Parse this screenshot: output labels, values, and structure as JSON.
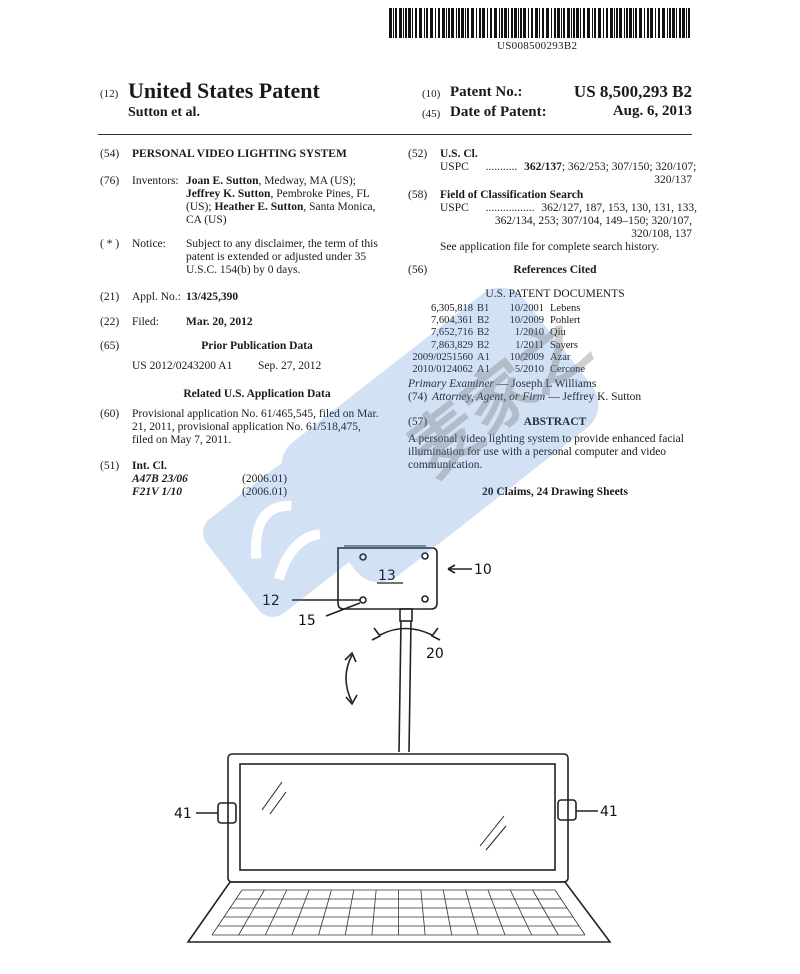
{
  "header": {
    "publication_number": "US008500293B2",
    "code_12": "(12)",
    "doc_type": "United States Patent",
    "applicant_short": "Sutton et al.",
    "code_10": "(10)",
    "patent_no_label": "Patent No.:",
    "patent_no": "US 8,500,293 B2",
    "code_45": "(45)",
    "date_label": "Date of Patent:",
    "date": "Aug. 6, 2013"
  },
  "left": {
    "c54": "(54)",
    "title": "PERSONAL VIDEO LIGHTING SYSTEM",
    "c76": "(76)",
    "inventors_label": "Inventors:",
    "inv_lines": [
      {
        "b": "Joan E. Sutton",
        "r": ", Medway, MA (US);"
      },
      {
        "b": "Jeffrey K. Sutton",
        "r": ", Pembroke Pines, FL"
      },
      {
        "b": "",
        "r": "(US); "
      },
      {
        "b": "",
        "r": "CA (US)"
      }
    ],
    "inv3_bold": "Heather E. Sutton",
    "inv3_rest": ", Santa Monica,",
    "cnotice": "( * )",
    "notice_label": "Notice:",
    "notice_lines": [
      "Subject to any disclaimer, the term of this",
      "patent is extended or adjusted under 35",
      "U.S.C. 154(b) by 0 days."
    ],
    "c21": "(21)",
    "appl_label": "Appl. No.:",
    "appl_no": "13/425,390",
    "c22": "(22)",
    "filed_label": "Filed:",
    "filed": "Mar. 20, 2012",
    "c65": "(65)",
    "prior_pub_heading": "Prior Publication Data",
    "prior_pub_no": "US 2012/0243200 A1",
    "prior_pub_date": "Sep. 27, 2012",
    "related_heading": "Related U.S. Application Data",
    "c60": "(60)",
    "related_lines": [
      "Provisional application No. 61/465,545, filed on Mar.",
      "21, 2011, provisional application No. 61/518,475,",
      "filed on May 7, 2011."
    ],
    "c51": "(51)",
    "intcl_label": "Int. Cl.",
    "intcl": [
      {
        "code": "A47B 23/06",
        "year": "(2006.01)"
      },
      {
        "code": "F21V 1/10",
        "year": "(2006.01)"
      }
    ]
  },
  "right": {
    "c52": "(52)",
    "uscl_label": "U.S. Cl.",
    "uspc_label": "USPC",
    "uscl_dots": "...........",
    "uscl_bold": "362/137",
    "uscl_rest": "; 362/253; 307/150; 320/107;",
    "uscl_line2": "320/137",
    "c58": "(58)",
    "field_label": "Field of Classification Search",
    "field_dots": ".................",
    "field_lines": [
      "362/127, 187, 153, 130, 131, 133,",
      "362/134, 253; 307/104, 149–150; 320/107,",
      "320/108, 137"
    ],
    "field_line1": "362/127, 187, 153, 130, 131, 133,",
    "see_file": "See application file for complete search history.",
    "c56": "(56)",
    "refs_heading": "References Cited",
    "us_docs_heading": "U.S. PATENT DOCUMENTS",
    "refs": [
      {
        "no": "6,305,818",
        "kind": "B1",
        "date": "10/2001",
        "name": "Lebens"
      },
      {
        "no": "7,604,361",
        "kind": "B2",
        "date": "10/2009",
        "name": "Pohlert"
      },
      {
        "no": "7,652,716",
        "kind": "B2",
        "date": "1/2010",
        "name": "Qiu"
      },
      {
        "no": "7,863,829",
        "kind": "B2",
        "date": "1/2011",
        "name": "Sayers"
      },
      {
        "no": "2009/0251560",
        "kind": "A1",
        "date": "10/2009",
        "name": "Azar"
      },
      {
        "no": "2010/0124062",
        "kind": "A1",
        "date": "5/2010",
        "name": "Cercone"
      }
    ],
    "examiner_label": "Primary Examiner",
    "examiner": " — Joseph L Williams",
    "c74": "(74)",
    "attorney_label": "Attorney, Agent, or Firm",
    "attorney": " — Jeffrey K. Sutton",
    "c57": "(57)",
    "abstract_heading": "ABSTRACT",
    "abstract_lines": [
      "A personal video lighting system to provide enhanced facial",
      "illumination for use with a personal computer and video",
      "communication."
    ],
    "claims": "20 Claims, 24 Drawing Sheets"
  },
  "figure": {
    "label_13": "13",
    "label_10": "10",
    "label_12": "12",
    "label_15": "15",
    "label_20": "20",
    "label_41_left": "41",
    "label_41_right": "41"
  },
  "watermark": {
    "text": "麦家之"
  }
}
